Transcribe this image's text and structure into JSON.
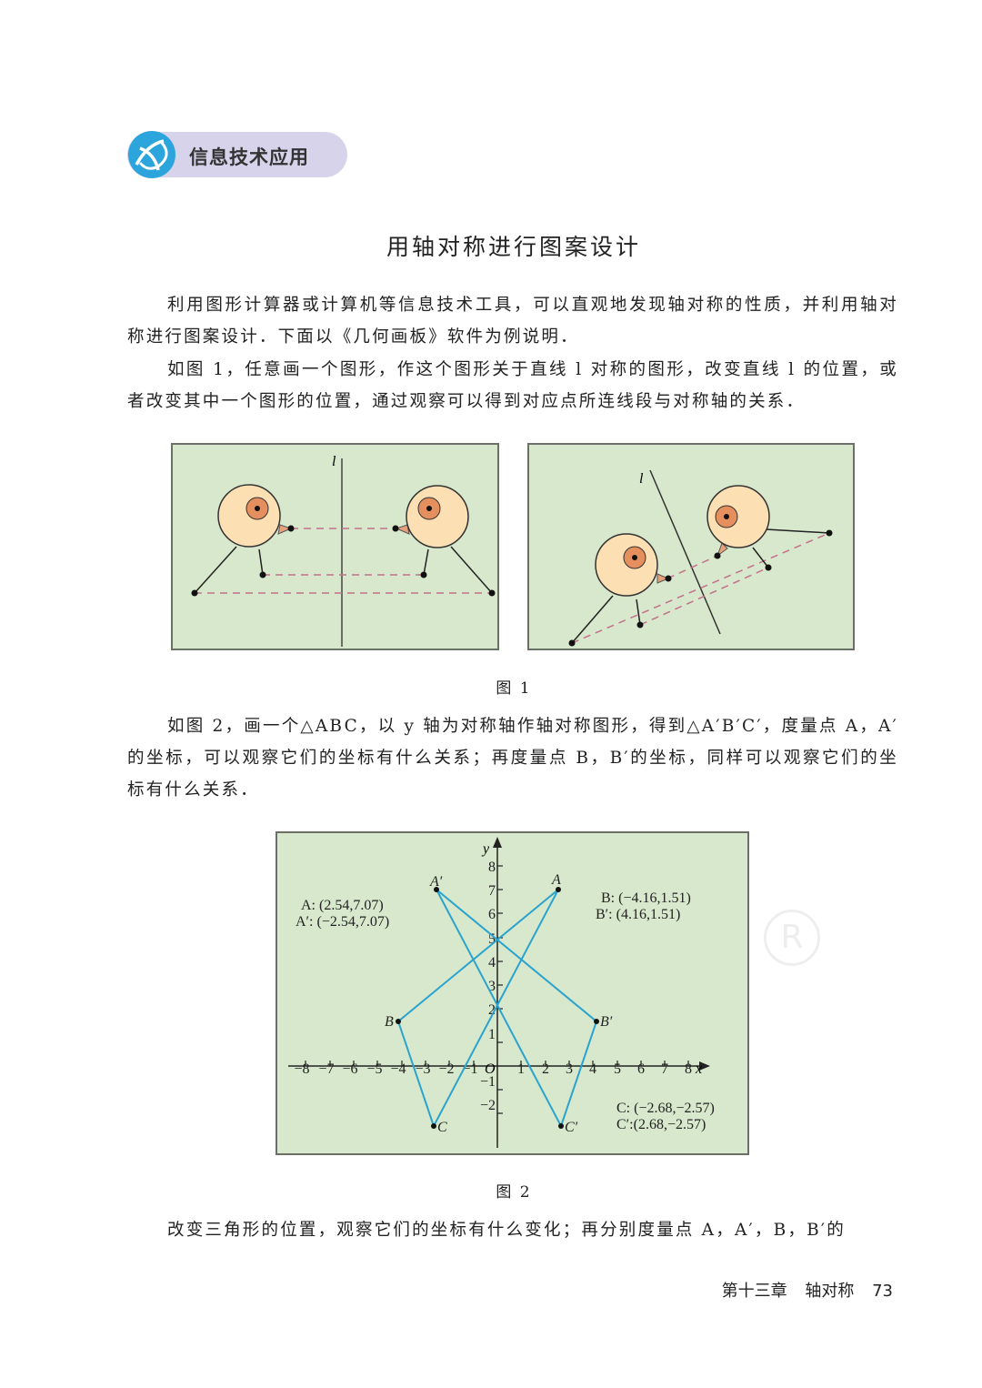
{
  "header": {
    "badge_label": "信息技术应用",
    "badge_icon": "info-tech-logo-icon"
  },
  "title": "用轴对称进行图案设计",
  "paragraphs": [
    "利用图形计算器或计算机等信息技术工具，可以直观地发现轴对称的性质，并利用轴对称进行图案设计．下面以《几何画板》软件为例说明．",
    "如图 1，任意画一个图形，作这个图形关于直线 l 对称的图形，改变直线 l 的位置，或者改变其中一个图形的位置，通过观察可以得到对应点所连线段与对称轴的关系．",
    "如图 2，画一个△ABC，以 y 轴为对称轴作轴对称图形，得到△A′B′C′，度量点 A，A′的坐标，可以观察它们的坐标有什么关系；再度量点 B，B′的坐标，同样可以观察它们的坐标有什么关系．",
    "改变三角形的位置，观察它们的坐标有什么变化；再分别度量点 A，A′，B，B′的"
  ],
  "figure1": {
    "caption": "图 1",
    "axis_label": "l"
  },
  "figure2": {
    "caption": "图 2",
    "labels": {
      "A": "A: (2.54,7.07)",
      "A_prime": "A′: (−2.54,7.07)",
      "B": "B: (−4.16,1.51)",
      "B_prime": "B′: (4.16,1.51)",
      "C": "C: (−2.68,−2.57)",
      "C_prime": "C′:(2.68,−2.57)"
    }
  },
  "chart_data": {
    "type": "scatter",
    "title": "图 2",
    "xlabel": "x",
    "ylabel": "y",
    "xlim": [
      -8,
      8
    ],
    "ylim": [
      -2,
      8
    ],
    "x_ticks": [
      -8,
      -7,
      -6,
      -5,
      -4,
      -3,
      -2,
      -1,
      1,
      2,
      3,
      4,
      5,
      6,
      7,
      8
    ],
    "y_ticks": [
      -2,
      -1,
      1,
      2,
      3,
      4,
      5,
      6,
      7,
      8
    ],
    "origin_label": "O",
    "series": [
      {
        "name": "△ABC",
        "points": [
          {
            "label": "A",
            "x": 2.54,
            "y": 7.07
          },
          {
            "label": "B",
            "x": -4.16,
            "y": 1.51
          },
          {
            "label": "C",
            "x": -2.68,
            "y": -2.57
          }
        ]
      },
      {
        "name": "△A′B′C′",
        "points": [
          {
            "label": "A′",
            "x": -2.54,
            "y": 7.07
          },
          {
            "label": "B′",
            "x": 4.16,
            "y": 1.51
          },
          {
            "label": "C′",
            "x": 2.68,
            "y": -2.57
          }
        ]
      }
    ],
    "line_color": "#2aa3cf",
    "grid": false
  },
  "footer": {
    "chapter": "第十三章",
    "section": "轴对称",
    "page": "73"
  }
}
